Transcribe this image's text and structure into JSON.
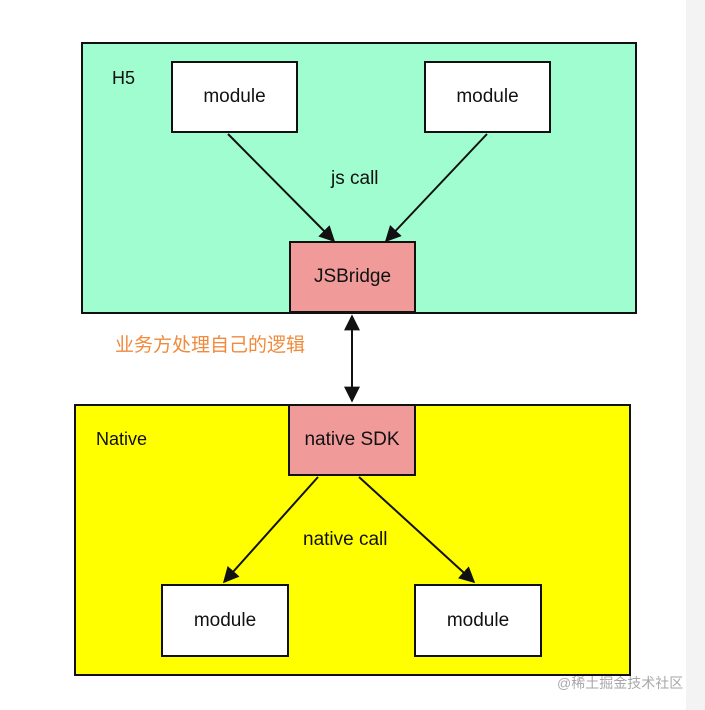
{
  "diagram": {
    "h5": {
      "label": "H5",
      "module_left": "module",
      "module_right": "module",
      "call_label": "js call",
      "bridge": "JSBridge"
    },
    "native": {
      "label": "Native",
      "sdk": "native SDK",
      "call_label": "native call",
      "module_left": "module",
      "module_right": "module"
    },
    "note": "业务方处理自己的逻辑",
    "colors": {
      "h5_fill": "#9ffdd0",
      "native_fill": "#ffff00",
      "bridge_fill": "#f09b9a",
      "note_color": "#f08a3c"
    }
  },
  "watermark": "@稀土掘金技术社区"
}
